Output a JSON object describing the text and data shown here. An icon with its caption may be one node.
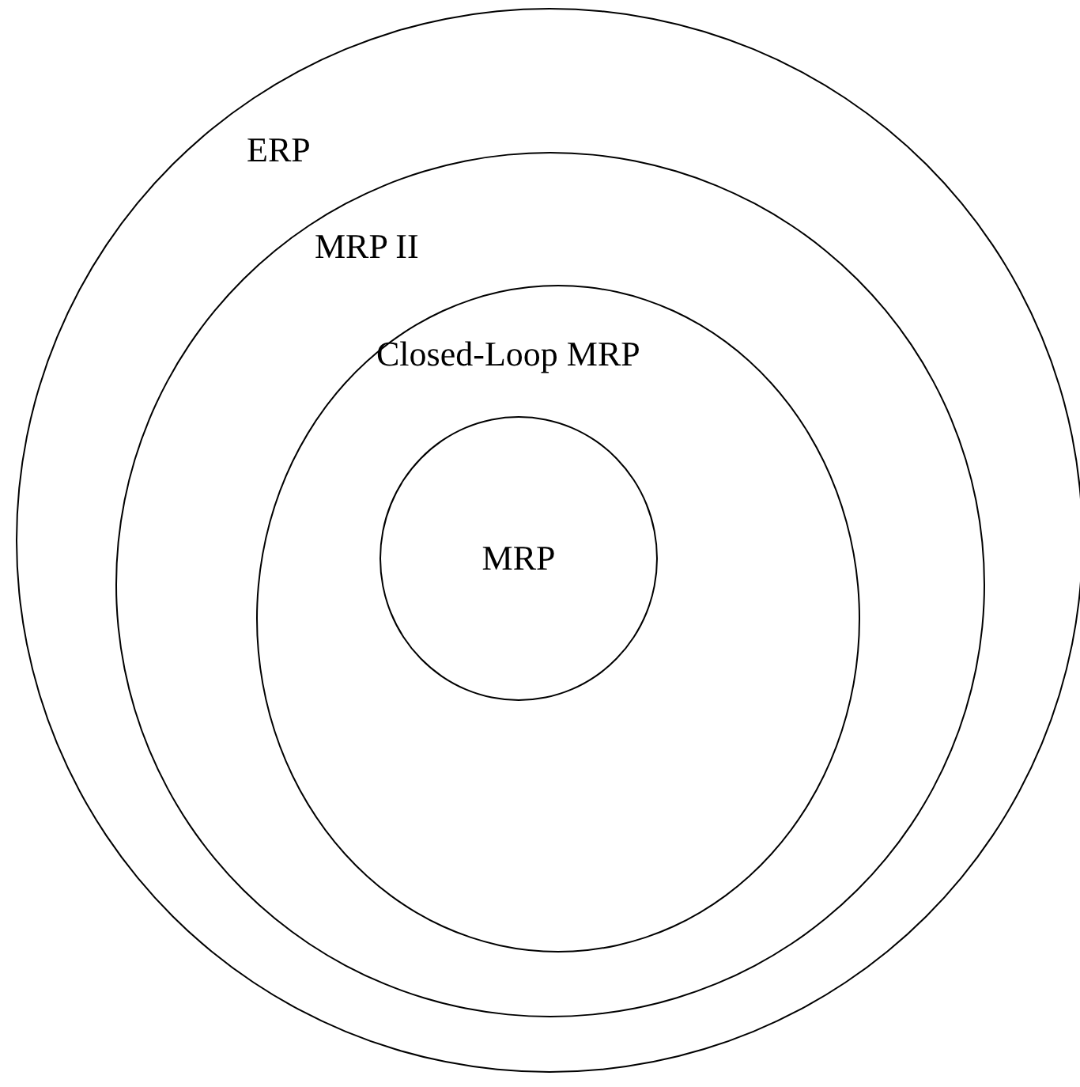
{
  "diagram": {
    "nodes": [
      {
        "text": [
          "ERP"
        ]
      },
      {
        "text": [
          "MRP II"
        ],
        "in": 0
      },
      {
        "text": [
          "Closed-Loop MRP"
        ],
        "in": 1
      },
      {
        "text": [
          "MRP"
        ],
        "in": 2
      }
    ]
  }
}
